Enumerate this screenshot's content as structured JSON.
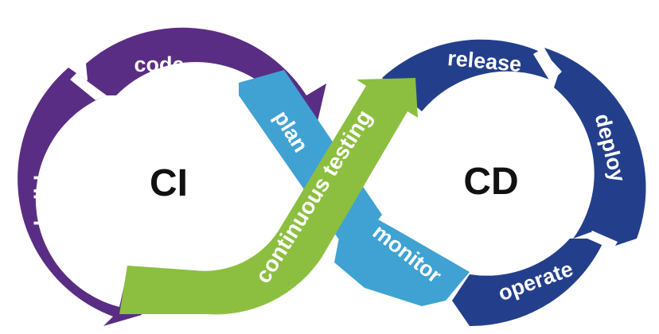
{
  "colors": {
    "ci": "#5a2d84",
    "cd": "#233f8c",
    "light_blue": "#3fa2d3",
    "green": "#8cbf3f",
    "text_light": "#ffffff",
    "text_dark": "#111111"
  },
  "ci": {
    "label": "CI",
    "segments": {
      "code": "code",
      "build": "build"
    }
  },
  "cd": {
    "label": "CD",
    "segments": {
      "release": "release",
      "deploy": "deploy",
      "operate": "operate"
    }
  },
  "crossing": {
    "plan": "plan",
    "monitor": "monitor",
    "testing": "continuous testing"
  }
}
